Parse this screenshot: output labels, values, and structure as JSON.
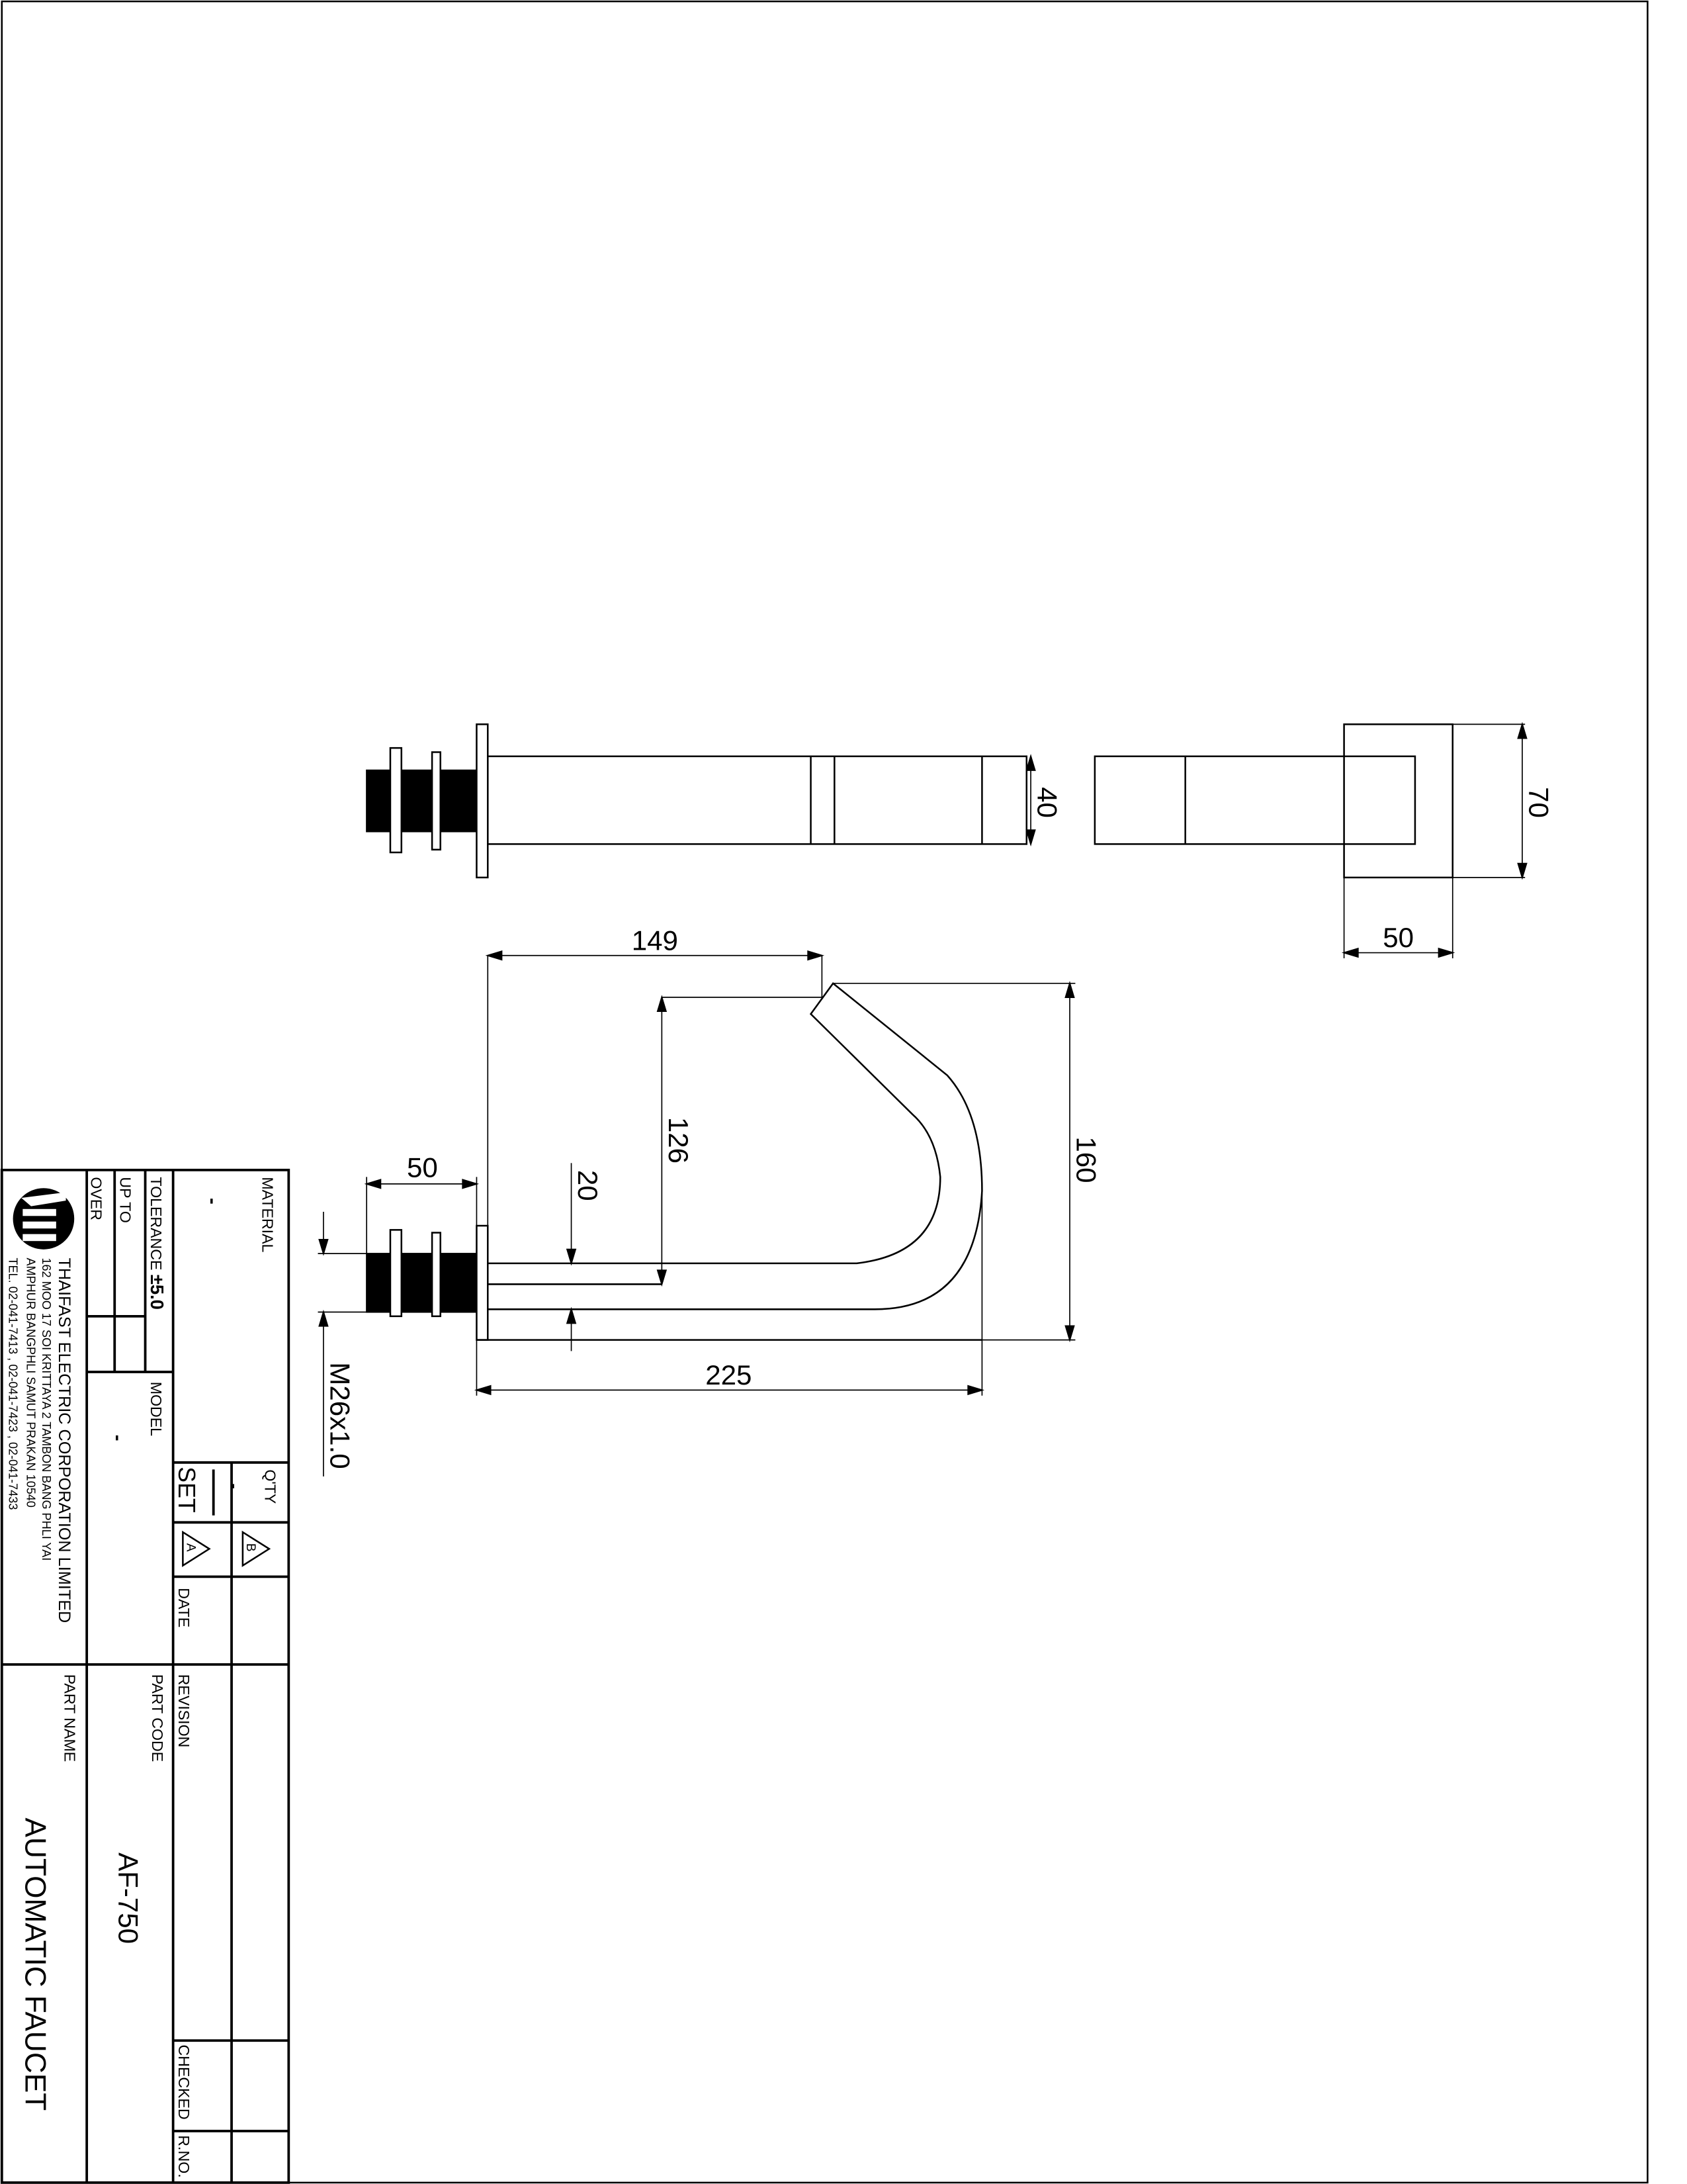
{
  "title_block": {
    "material_label": "MATERIAL",
    "material_value": "-",
    "tolerance_label": "TOLERANCE",
    "tolerance_value": "±5.0",
    "up_to_label": "UP TO",
    "over_label": "OVER",
    "model_label": "MODEL",
    "model_value": "-",
    "qty_label": "Q'TY",
    "qty_value": "-",
    "qty_unit": "SET",
    "revision_marks": [
      "A",
      "B"
    ],
    "date_label": "DATE",
    "revision_label": "REVISION",
    "part_code_label": "PART CODE",
    "part_code_value": "AF-750",
    "part_name_label": "PART NAME",
    "part_name_value": "AUTOMATIC FAUCET",
    "checked_label": "CHECKED",
    "rno_label": "R.NO."
  },
  "company": {
    "name": "THAIFAST ELECTRIC CORPORATION LIMITED",
    "address_line1": "162 MOO 17 SOI KRITTAYA 2 TAMBON BANG PHLI YAI",
    "address_line2": "AMPHUR BANGPHLI SAMUT PRAKAN 10540",
    "phone_line": "TEL. 02-041-7413 , 02-041-7423 , 02-041-7433"
  },
  "dimensions": {
    "top_tube_height": "40",
    "side_flange_height": "70",
    "side_flange_width": "50",
    "spout_reach": "149",
    "spout_height_inner": "126",
    "spout_thickness": "20",
    "overall_height": "160",
    "overall_length": "225",
    "thread_length": "50",
    "thread_spec": "M26x1.0"
  }
}
